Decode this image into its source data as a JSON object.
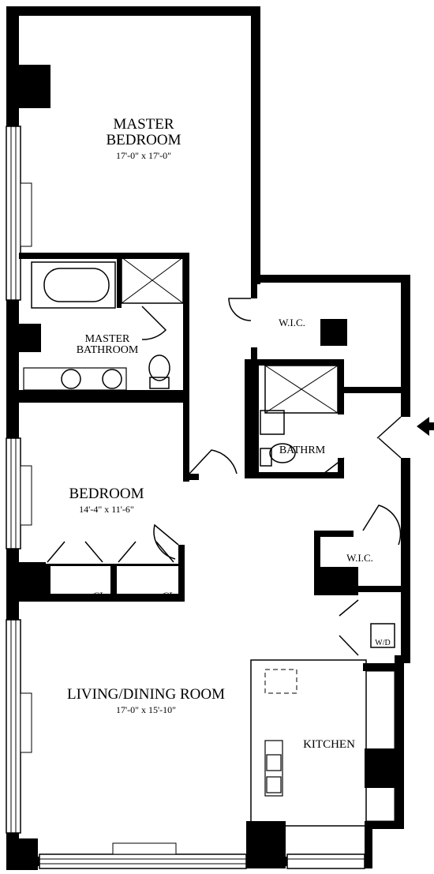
{
  "plan": {
    "rooms": {
      "master_bedroom": {
        "name": "MASTER\nBEDROOM",
        "dims": "17'-0\" x 17'-0\""
      },
      "master_bathroom": {
        "name": "MASTER\nBATHROOM"
      },
      "wic_upper": {
        "name": "W.I.C."
      },
      "bathroom": {
        "name": "BATHRM"
      },
      "bedroom": {
        "name": "BEDROOM",
        "dims": "14'-4\" x 11'-6\""
      },
      "closet_left": {
        "name": "CL"
      },
      "closet_right": {
        "name": "CL"
      },
      "wic_lower": {
        "name": "W.I.C."
      },
      "washer_dryer": {
        "name": "W/D"
      },
      "living_dining": {
        "name": "LIVING/DINING ROOM",
        "dims": "17'-0\" x 15'-10\""
      },
      "kitchen": {
        "name": "KITCHEN"
      }
    },
    "colors": {
      "wall": "#000000",
      "background": "#ffffff"
    }
  }
}
